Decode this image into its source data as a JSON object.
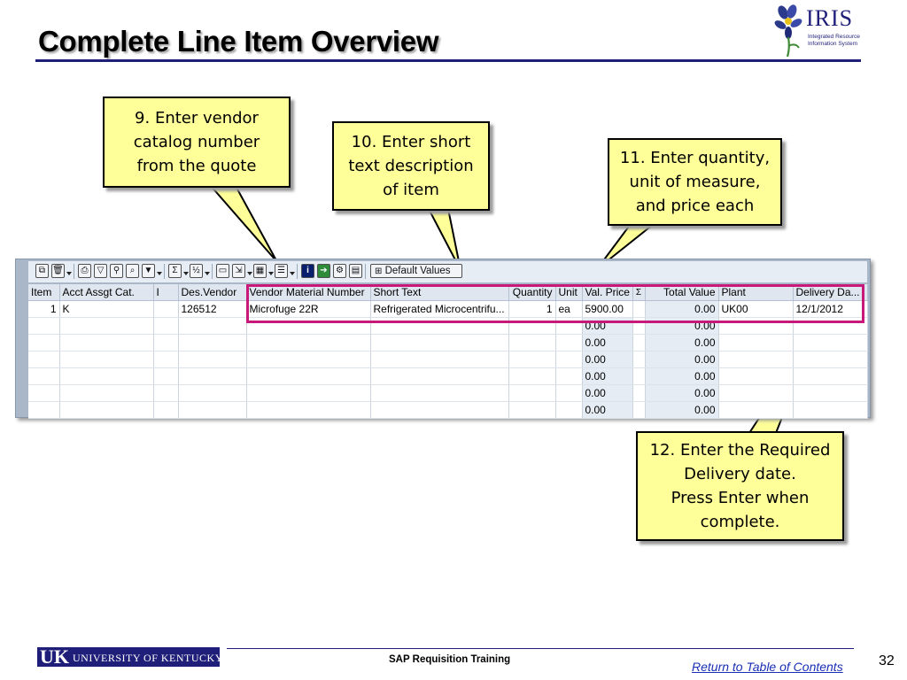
{
  "slide": {
    "title": "Complete Line Item Overview"
  },
  "logo": {
    "name": "IRIS",
    "subtitle_line1": "Integrated Resource",
    "subtitle_line2": "Information System"
  },
  "callouts": [
    {
      "lines": [
        "9. Enter vendor",
        "catalog number",
        "from the quote"
      ]
    },
    {
      "lines": [
        "10. Enter short",
        "text description",
        "of item"
      ]
    },
    {
      "lines": [
        "11. Enter quantity,",
        "unit of measure,",
        "and price each"
      ]
    },
    {
      "lines": [
        "12. Enter the Required",
        "Delivery date.",
        "Press Enter when",
        "complete."
      ]
    }
  ],
  "toolbar": {
    "default_values_label": "Default Values",
    "icons": [
      "copy-icon",
      "delete-icon",
      "print-icon",
      "filter-icon",
      "find-icon",
      "find-next-icon",
      "set-filter-icon",
      "sum-icon",
      "subtotal-icon",
      "print-preview-icon",
      "export-icon",
      "spreadsheet-icon",
      "layout-icon",
      "details-icon",
      "refresh-icon",
      "settings-icon",
      "document-icon",
      "default-values-icon"
    ]
  },
  "table": {
    "headers": [
      "Item",
      "Acct Assgt Cat.",
      "I",
      "Des.Vendor",
      "Vendor Material Number",
      "Short Text",
      "Quantity",
      "Unit",
      "Val. Price",
      "Σ",
      "Total Value",
      "Plant",
      "Delivery Da..."
    ],
    "rows": [
      [
        "1",
        "K",
        "",
        "126512",
        "Microfuge 22R",
        "Refrigerated Microcentrifu...",
        "1",
        "ea",
        "5900.00",
        "",
        "0.00",
        "UK00",
        "12/1/2012"
      ],
      [
        "",
        "",
        "",
        "",
        "",
        "",
        "",
        "",
        "0.00",
        "",
        "0.00",
        "",
        ""
      ],
      [
        "",
        "",
        "",
        "",
        "",
        "",
        "",
        "",
        "0.00",
        "",
        "0.00",
        "",
        ""
      ],
      [
        "",
        "",
        "",
        "",
        "",
        "",
        "",
        "",
        "0.00",
        "",
        "0.00",
        "",
        ""
      ],
      [
        "",
        "",
        "",
        "",
        "",
        "",
        "",
        "",
        "0.00",
        "",
        "0.00",
        "",
        ""
      ],
      [
        "",
        "",
        "",
        "",
        "",
        "",
        "",
        "",
        "0.00",
        "",
        "0.00",
        "",
        ""
      ],
      [
        "",
        "",
        "",
        "",
        "",
        "",
        "",
        "",
        "0.00",
        "",
        "0.00",
        "",
        ""
      ]
    ]
  },
  "footer": {
    "university": "UNIVERSITY OF KENTUCKY",
    "university_short": "UK",
    "training": "SAP Requisition Training",
    "toc_link": "Return to Table of Contents",
    "page_number": "32"
  },
  "colors": {
    "callout_fill": "#ffff99",
    "highlight_border": "#c8187a",
    "brand_navy": "#1f1f7a",
    "link": "#1a2fb5"
  }
}
